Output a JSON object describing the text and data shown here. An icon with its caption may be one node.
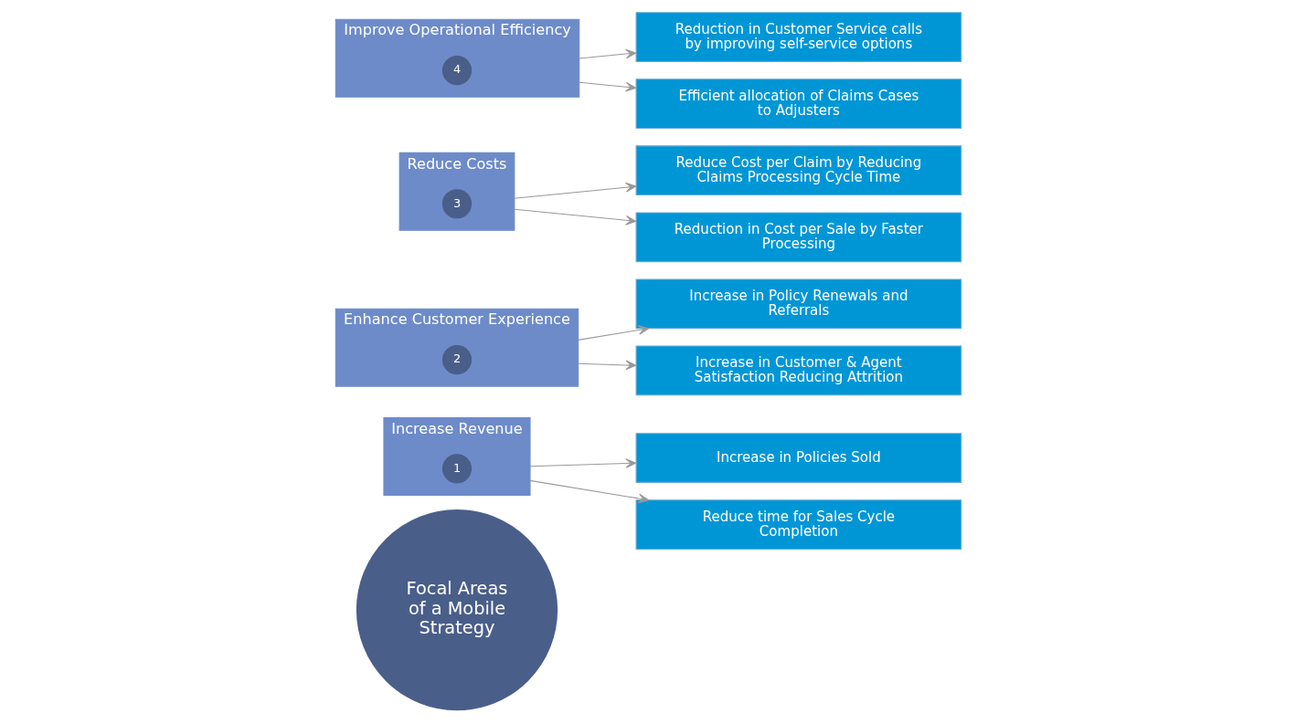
{
  "diagram": {
    "nodes": [
      {
        "text": [
          "Focal Areas of a Mobile Strategy"
        ]
      },
      {
        "text": [
          "Increase in Policies Sold"
        ]
      },
      {
        "text": [
          "Increase in Policy Renewals and Referrals"
        ]
      },
      {
        "text": [
          "Reduce time for Sales Cycle Completion"
        ]
      },
      {
        "text": [
          "Increase in Customer & Agent Satisfaction Reducing Attrition"
        ]
      },
      {
        "text": [
          "Increase Revenue"
        ]
      },
      {
        "text": [
          "1"
        ],
        "in": 5
      },
      {
        "text": [
          "Enhance Customer Experience"
        ]
      },
      {
        "text": [
          "2"
        ],
        "in": 7
      },
      {
        "text": [
          "Reduce Costs"
        ]
      },
      {
        "text": [
          "3"
        ],
        "in": 9
      },
      {
        "text": [
          "Improve Operational Efficiency"
        ]
      },
      {
        "text": [
          "4"
        ],
        "in": 11
      },
      {
        "text": [
          "Reduce Cost per Claim by Reducing Claims Processing Cycle Time"
        ]
      },
      {
        "text": [
          "Reduction in Customer Service calls by improving self-service options"
        ]
      },
      {
        "text": [
          "Reduction in Cost per Sale by Faster Processing"
        ]
      },
      {
        "text": [
          "Efficient allocation of Claims Cases to Adjusters"
        ]
      }
    ],
    "edges": [
      {
        "from": 5,
        "to": 1,
        "arrow": "to"
      },
      {
        "from": 5,
        "to": 3,
        "arrow": "to"
      },
      {
        "from": 7,
        "to": 2,
        "arrow": "to"
      },
      {
        "from": 7,
        "to": 4,
        "arrow": "to"
      },
      {
        "from": 9,
        "to": 13,
        "arrow": "to"
      },
      {
        "from": 9,
        "to": 15,
        "arrow": "to"
      },
      {
        "from": 11,
        "to": 14,
        "arrow": "to"
      },
      {
        "from": 11,
        "to": 16,
        "arrow": "to"
      }
    ]
  }
}
